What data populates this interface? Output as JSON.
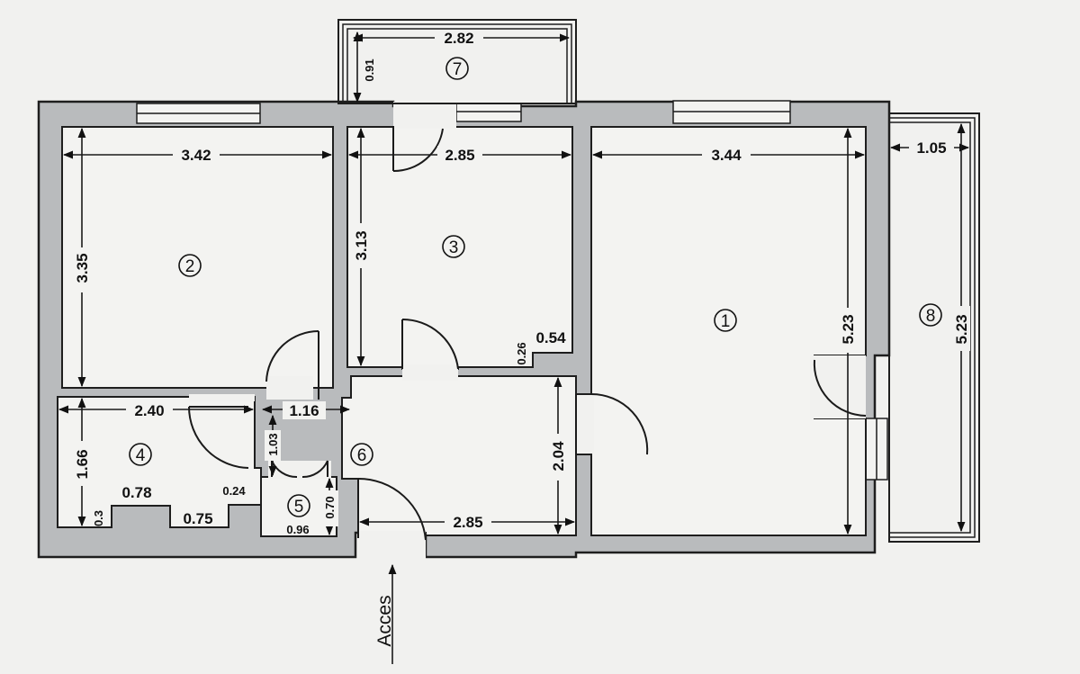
{
  "rooms": [
    {
      "number": "1"
    },
    {
      "number": "2"
    },
    {
      "number": "3"
    },
    {
      "number": "4"
    },
    {
      "number": "5"
    },
    {
      "number": "6"
    },
    {
      "number": "7"
    },
    {
      "number": "8"
    }
  ],
  "dimensions": {
    "balcony7_width": "2.82",
    "balcony7_depth": "0.91",
    "room2_width": "3.42",
    "room2_depth": "3.35",
    "room3_width": "2.85",
    "room3_depth": "3.13",
    "room3_niche_h": "0.26",
    "room3_niche_w": "0.54",
    "room1_width": "3.44",
    "room1_depth": "5.23",
    "balcony8_width": "1.05",
    "balcony8_length": "5.23",
    "room4_width": "2.40",
    "room4_depth": "1.66",
    "room4_seg_a": "0.3",
    "room4_seg_b": "0.78",
    "room4_seg_c": "0.75",
    "room4_seg_d": "0.24",
    "hall_gap": "1.16",
    "wc_door_h": "1.03",
    "wc_width": "0.96",
    "wc_depth": "0.70",
    "hall_width": "2.85",
    "hall_depth": "2.04"
  },
  "access_label": "Acces",
  "colors": {
    "wall_fill": "#b9bbbd",
    "line": "#1a1a1a",
    "paper": "#f1f1ef"
  }
}
